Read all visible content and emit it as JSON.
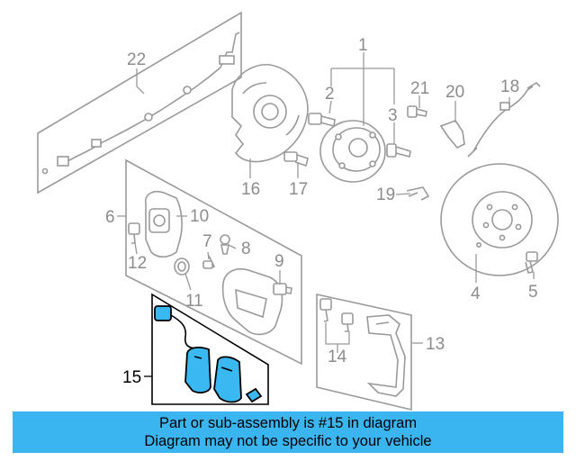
{
  "colors": {
    "banner_bg": "#3bb5f0",
    "highlight": "#39b8f2",
    "part_outline": "#9a9a9a",
    "label_grey": "#8c8c8c"
  },
  "callouts": {
    "c1": "1",
    "c2": "2",
    "c3": "3",
    "c4": "4",
    "c5": "5",
    "c6": "6",
    "c7": "7",
    "c8": "8",
    "c9": "9",
    "c10": "10",
    "c11": "11",
    "c12": "12",
    "c13": "13",
    "c14": "14",
    "c15": "15",
    "c16": "16",
    "c17": "17",
    "c18": "18",
    "c19": "19",
    "c20": "20",
    "c21": "21",
    "c22": "22"
  },
  "banner": {
    "line1": "Part or sub-assembly is #15 in diagram",
    "line2": "Diagram may not be specific to your vehicle"
  }
}
